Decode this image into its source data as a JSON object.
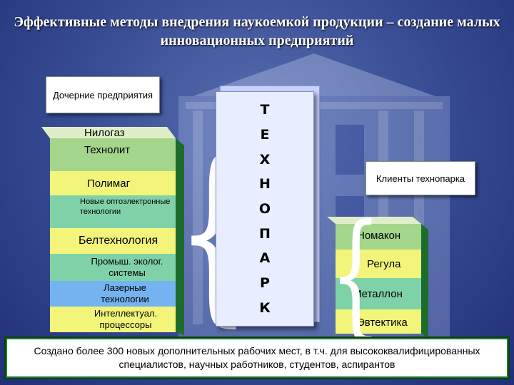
{
  "title": "Эффективные методы внедрения наукоемкой продукции – создание малых инновационных предприятий",
  "daughter_label": "Дочерние предприятия",
  "left_items": [
    {
      "label": "Нилогаз",
      "color": "#a3d58a"
    },
    {
      "label": "Технолит",
      "color": "#a3d58a"
    },
    {
      "label": "Полимаг",
      "color": "#f2f57a"
    },
    {
      "label": "Новые оптоэлектронные технологии",
      "color": "#7fd2a8"
    },
    {
      "label": "Белтехнология",
      "color": "#f4f47a"
    },
    {
      "label": "Промыш. эколог. системы",
      "color": "#7fd2a8"
    },
    {
      "label": "Лазерные технологии",
      "color": "#74b3ef"
    },
    {
      "label": "Интеллектуал. процессоры",
      "color": "#f2f57a"
    }
  ],
  "technopark_letters": [
    "Т",
    "Е",
    "Х",
    "Н",
    "О",
    "П",
    "А",
    "Р",
    "К"
  ],
  "clients_label": "Клиенты технопарка",
  "right_items": [
    {
      "label": "Номакон",
      "color": "#a3d58a"
    },
    {
      "label": "Регула",
      "color": "#f2f57a"
    },
    {
      "label": "Металлон",
      "color": "#7fd2a8"
    },
    {
      "label": "Эвтектика",
      "color": "#f2f57a"
    }
  ],
  "bottom_text": "Создано более 300 новых дополнительных рабочих мест, в т.ч. для высококвалифицированных специалистов, научных работников, студентов, аспирантов"
}
